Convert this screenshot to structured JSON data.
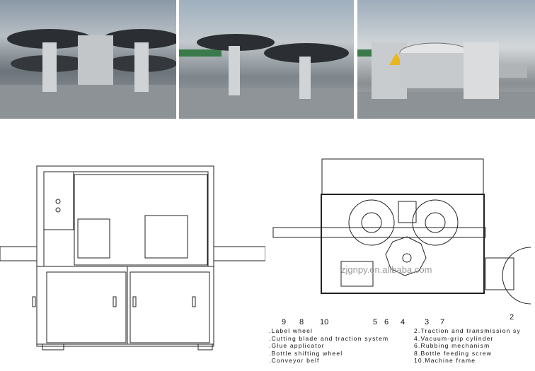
{
  "photos": [
    {
      "subject": "machine-rotary-turrets-photo-1"
    },
    {
      "subject": "machine-rotary-turrets-photo-2"
    },
    {
      "subject": "machine-vacuum-drum-photo"
    }
  ],
  "diagram": {
    "watermark": "zjgnpy.en.alibaba.com",
    "callouts": [
      "9",
      "8",
      "10",
      "5",
      "6",
      "4",
      "3",
      "7",
      "2"
    ],
    "legend_left": [
      ".Label wheel",
      ".Cutting blade and traction system",
      ".Glue applicator",
      ".Bottle shifting wheel",
      ".Conveyor belf"
    ],
    "legend_right": [
      "2.Traction and transmission sy",
      "4.Vacuum-grip cylinder",
      "6.Rubbing mechanism",
      "8.Bottle feeding screw",
      "10.Machine frame"
    ]
  }
}
